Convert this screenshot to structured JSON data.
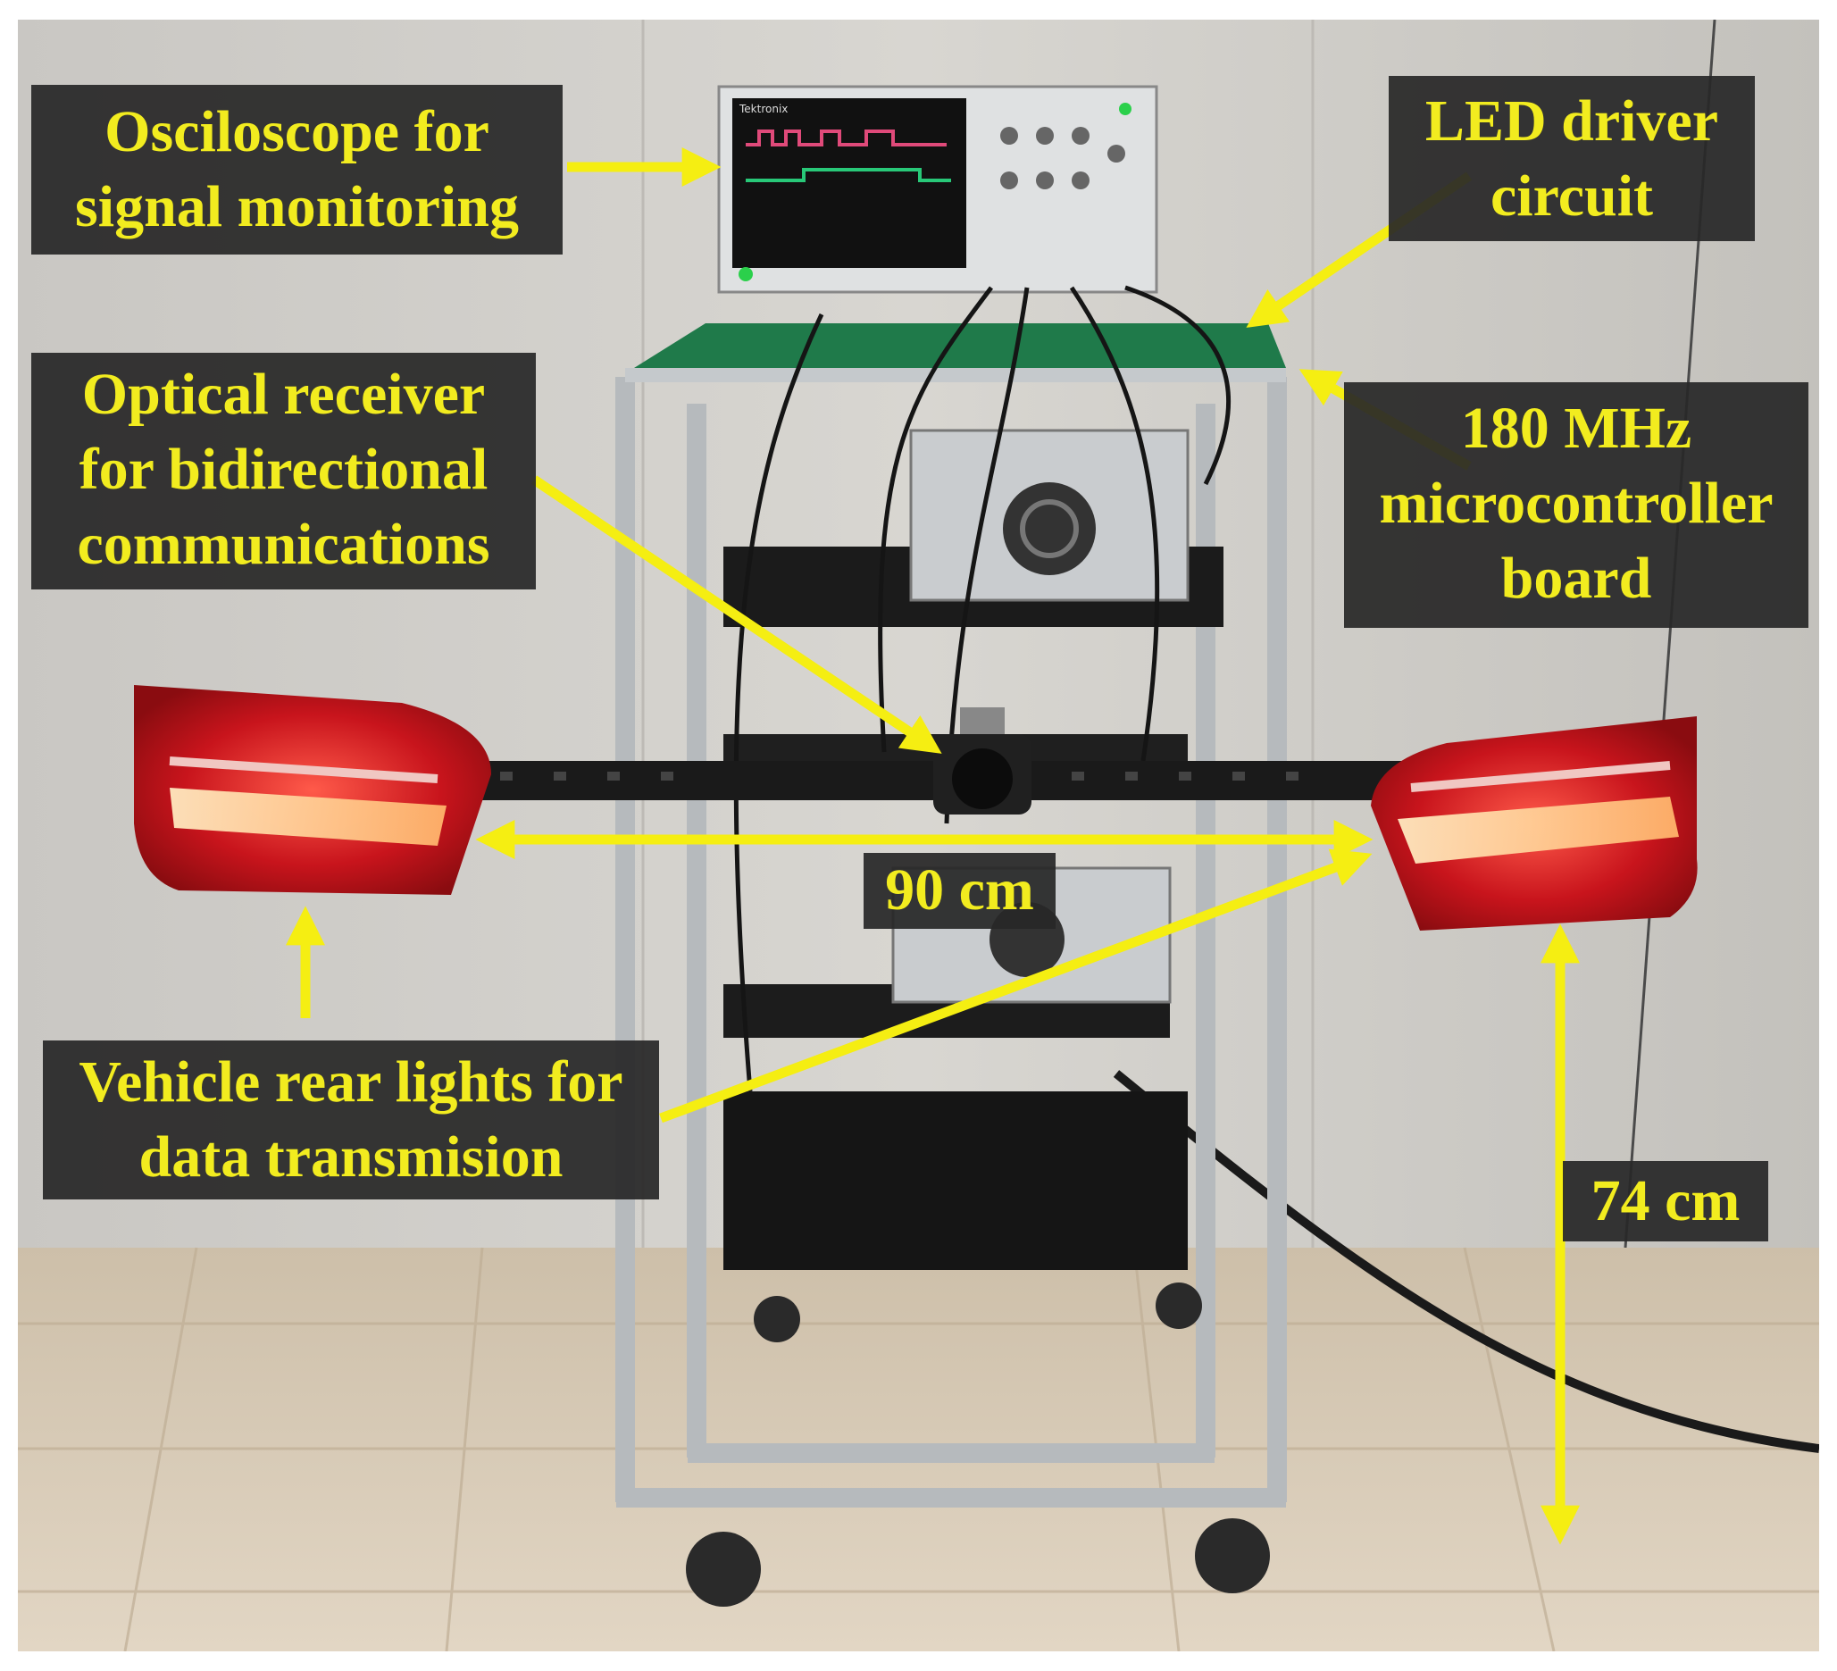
{
  "labels": {
    "oscilloscope": [
      "Osciloscope for",
      "signal monitoring"
    ],
    "led_driver": [
      "LED driver",
      "circuit"
    ],
    "optical_receiver": [
      "Optical receiver",
      "for bidirectional",
      "communications"
    ],
    "microcontroller": [
      "180 MHz",
      "microcontroller",
      "board"
    ],
    "rear_lights": [
      "Vehicle rear lights for",
      "data transmision"
    ],
    "width": "90 cm",
    "height": "74 cm"
  },
  "oscilloscope_screen": {
    "brand": "Tektronix"
  },
  "colors": {
    "label_text": "#f2ec1f",
    "label_bg": "#282828",
    "arrow": "#f5ee12",
    "wall": "#cdcbc6",
    "floor": "#d9cbb6",
    "tail_light": "#c2141c"
  }
}
